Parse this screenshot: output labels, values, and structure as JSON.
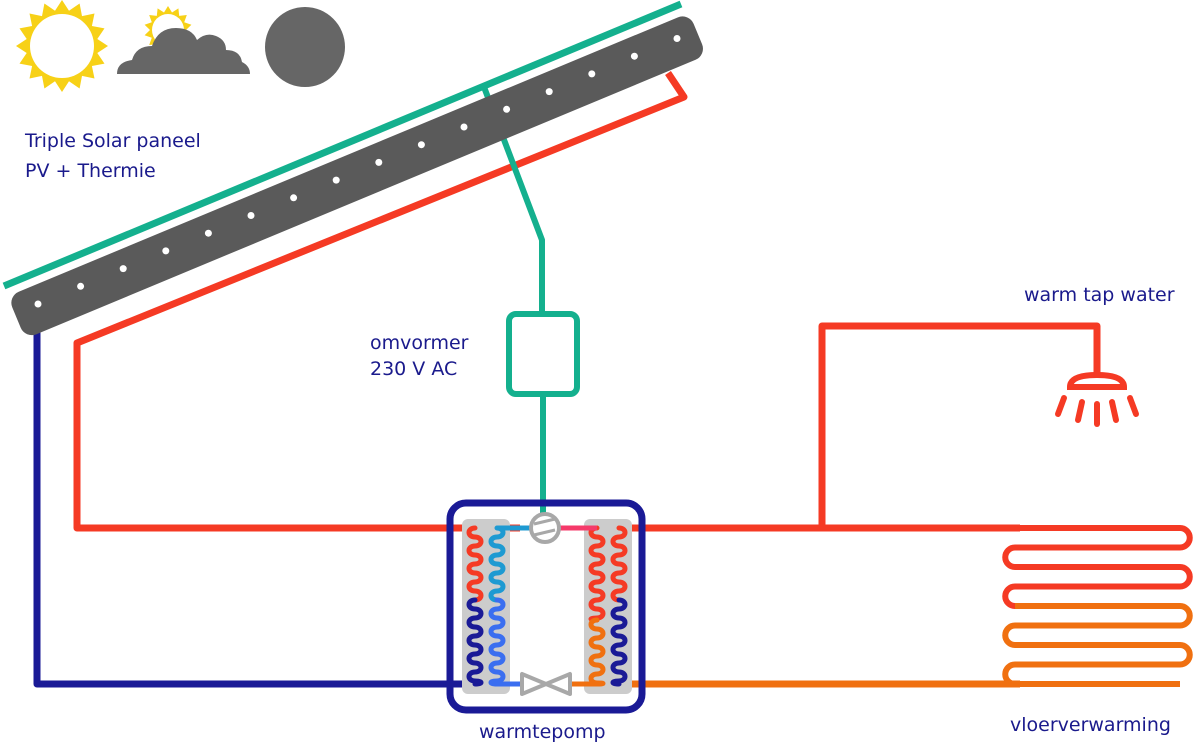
{
  "title": "Triple Solar warmtepomp systeem",
  "colors": {
    "label": "#1a1a8c",
    "panel": "#5a5a5a",
    "pv_line": "#14b08e",
    "hot": "#f53a24",
    "cold": "#1a1a96",
    "warm_return": "#f07010",
    "brine_cold": "#1e9ad2",
    "brine_mid": "#3a6ef0",
    "exchanger_bg": "#cccccc",
    "component_grey": "#a8a8a8",
    "sun": "#f7d117",
    "cloud": "#666666"
  },
  "weather_icons": [
    {
      "name": "sun",
      "label": "zon"
    },
    {
      "name": "partly-cloudy",
      "label": "half bewolkt"
    },
    {
      "name": "overcast",
      "label": "nacht / bewolkt"
    }
  ],
  "labels": {
    "panel_line1": "Triple Solar paneel",
    "panel_line2": "PV + Thermie",
    "inverter_line1": "omvormer",
    "inverter_line2": "230 V AC",
    "tap_water": "warm tap water",
    "floor_heating": "vloerverwarming",
    "heat_pump": "warmtepomp"
  },
  "components": {
    "panel": "Triple Solar paneel (PV + Thermie)",
    "inverter": "omvormer",
    "heat_pump": "warmtepomp",
    "compressor": "compressor",
    "expansion_valve": "expansieventiel",
    "shower": "douche",
    "floor_coil": "vloerverwarming"
  }
}
